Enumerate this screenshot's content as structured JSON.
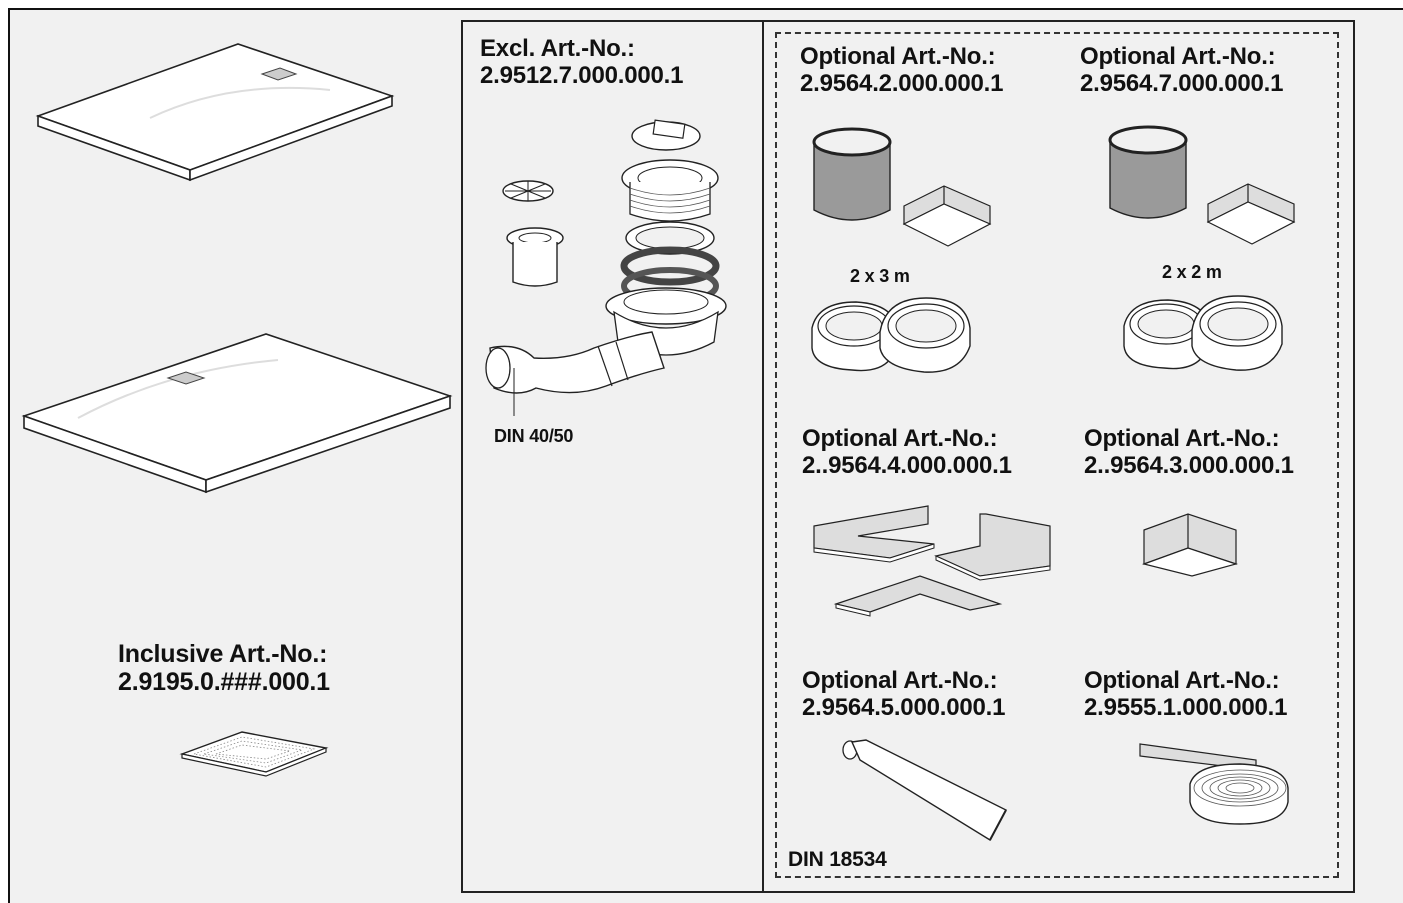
{
  "left_panel": {
    "inclusive_title": "Inclusive Art.-No.:",
    "inclusive_number": "2.9195.0.###.000.1"
  },
  "mid_panel": {
    "excl_title": "Excl. Art.-No.:",
    "excl_number": "2.9512.7.000.000.1",
    "pipe_label": "DIN 40/50"
  },
  "right_panel": {
    "items": [
      {
        "title": "Optional Art.-No.:",
        "number": "2.9564.2.000.000.1",
        "tape_label": "2 x 3 m"
      },
      {
        "title": "Optional Art.-No.:",
        "number": "2.9564.7.000.000.1",
        "tape_label": "2 x 2 m"
      },
      {
        "title": "Optional Art.-No.:",
        "number": "2..9564.4.000.000.1"
      },
      {
        "title": "Optional Art.-No.:",
        "number": "2..9564.3.000.000.1"
      },
      {
        "title": "Optional Art.-No.:",
        "number": "2.9564.5.000.000.1"
      },
      {
        "title": "Optional Art.-No.:",
        "number": "2.9555.1.000.000.1"
      }
    ],
    "din_label": "DIN 18534"
  },
  "colors": {
    "background": "#f1f1f1",
    "line": "#222222",
    "part_fill": "#ffffff",
    "sleeve_gray": "#9a9a9a"
  }
}
